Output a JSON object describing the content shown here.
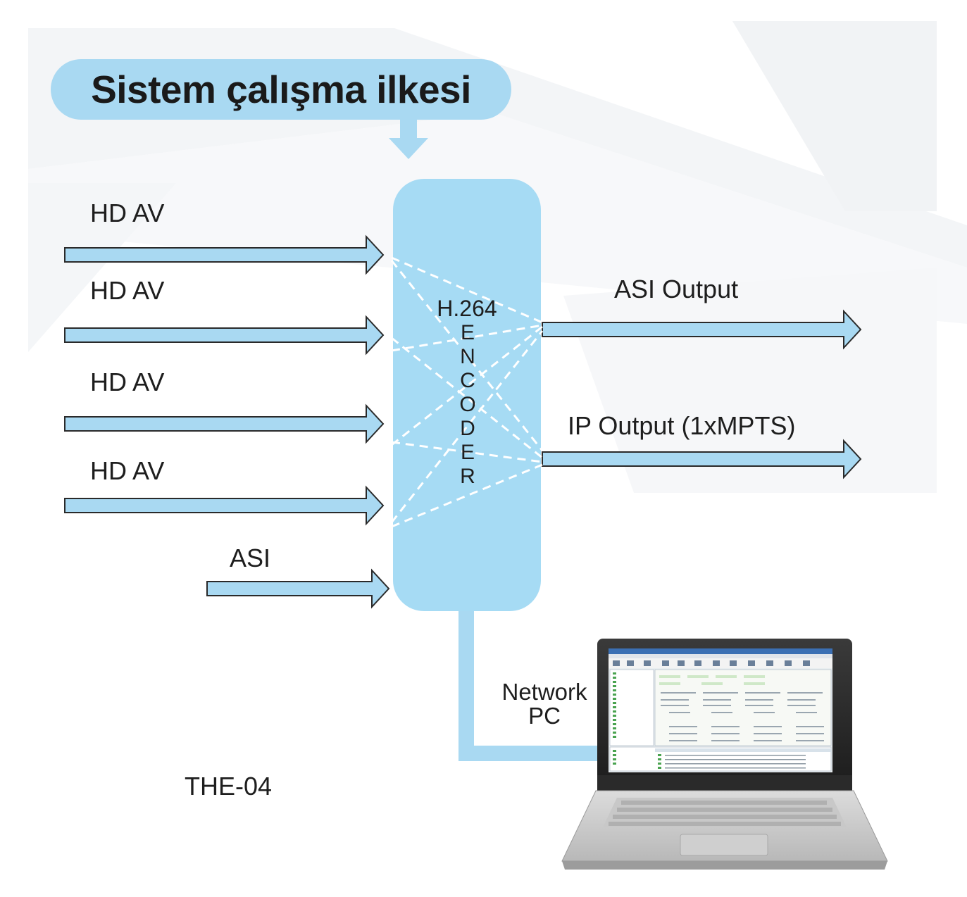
{
  "title": "Sistem çalışma ilkesi",
  "inputs": [
    {
      "label": "HD AV"
    },
    {
      "label": "HD AV"
    },
    {
      "label": "HD AV"
    },
    {
      "label": "HD AV"
    },
    {
      "label": "ASI"
    }
  ],
  "encoder": {
    "title": "H.264",
    "letters": [
      "E",
      "N",
      "C",
      "O",
      "D",
      "E",
      "R"
    ]
  },
  "outputs": [
    {
      "label": "ASI Output"
    },
    {
      "label": "IP Output (1xMPTS)"
    }
  ],
  "network": {
    "line1": "Network",
    "line2": "PC"
  },
  "model": "THE-04",
  "colors": {
    "arrow_fill": "#a9d9f2",
    "arrow_stroke": "#2a2a2a",
    "box": "#a6dbf4",
    "dash": "#ffffff"
  }
}
